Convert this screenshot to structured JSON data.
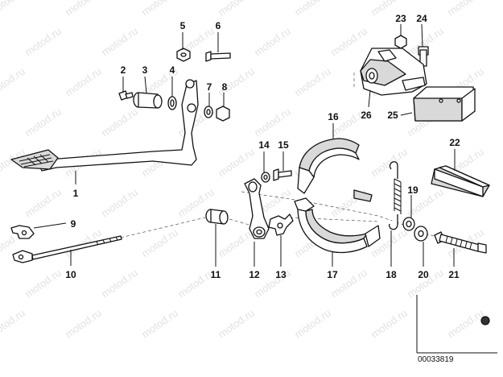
{
  "diagram": {
    "watermark": "motod.ru",
    "diagram_code": "00033819",
    "callouts": [
      "1",
      "2",
      "3",
      "4",
      "5",
      "6",
      "7",
      "8",
      "9",
      "10",
      "11",
      "12",
      "13",
      "14",
      "15",
      "16",
      "17",
      "18",
      "19",
      "20",
      "21",
      "22",
      "23",
      "24",
      "25",
      "26"
    ]
  }
}
